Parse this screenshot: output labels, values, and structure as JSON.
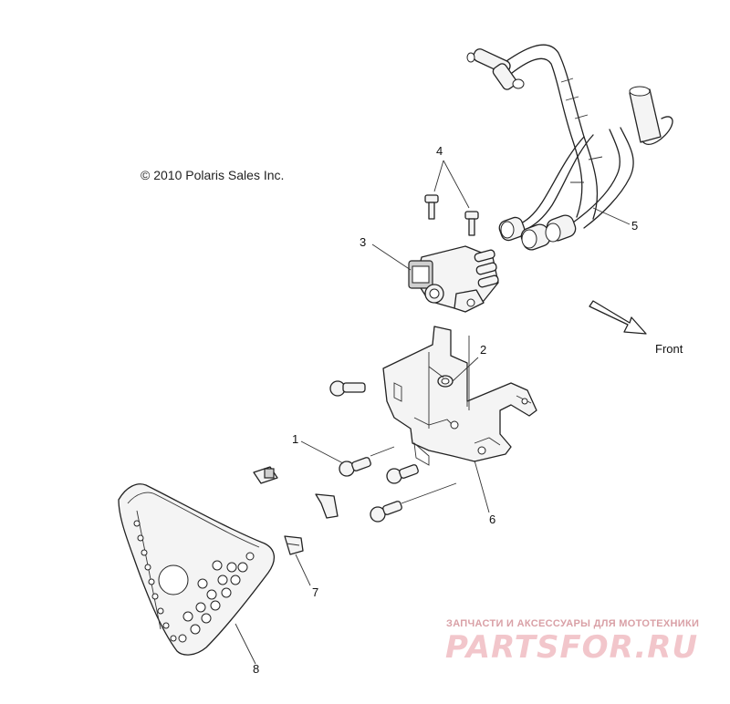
{
  "copyright": "© 2010 Polaris Sales Inc.",
  "direction_label": "Front",
  "callouts": [
    "1",
    "2",
    "3",
    "4",
    "5",
    "6",
    "7",
    "8"
  ],
  "watermark": {
    "tagline": "ЗАПЧАСТИ И АКСЕССУАРЫ ДЛЯ МОТОТЕХНИКИ",
    "logo": "PARTSFOR.RU"
  },
  "colors": {
    "line": "#222222",
    "watermark": "#f2c6cb"
  }
}
